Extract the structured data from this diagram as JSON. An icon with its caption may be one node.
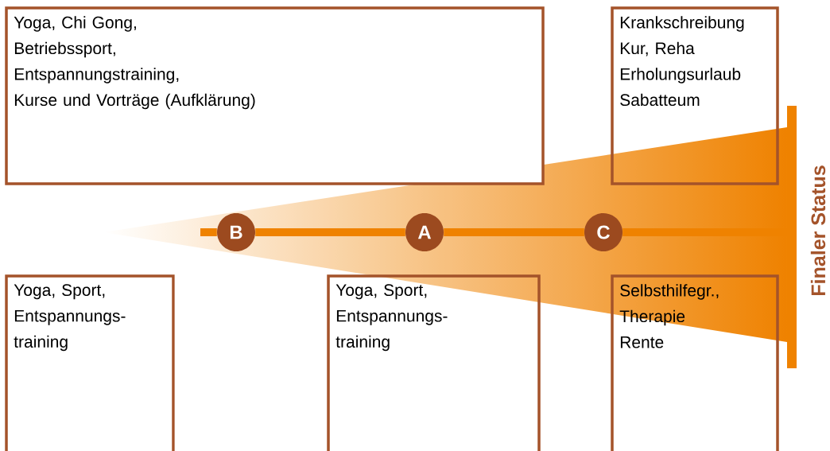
{
  "diagram": {
    "nodes": [
      {
        "text": [
          "Yoga, Chi Gong,",
          "Betriebssport,",
          "Entspannungstraining,",
          "Kurse und Vorträge (Aufklärung)"
        ]
      },
      {
        "text": [
          "Krankschreibung",
          "Kur, Reha",
          "Erholungsurlaub",
          "Sabatteum"
        ]
      },
      {
        "text": [
          "Yoga, Sport, Entspannungs-training"
        ]
      },
      {
        "text": [
          "Yoga, Sport, Entspannungs-training"
        ]
      },
      {
        "text": [
          "Selbsthilfegr., Therapie",
          "Rente"
        ]
      },
      {
        "text": [
          "B"
        ]
      },
      {
        "text": [
          "A"
        ]
      },
      {
        "text": [
          "C"
        ]
      }
    ],
    "edges": [
      {
        "from": null,
        "to": 5,
        "arrow": "none"
      },
      {
        "from": 5,
        "to": 6,
        "arrow": "none"
      },
      {
        "from": 6,
        "to": 7,
        "arrow": "none"
      },
      {
        "from": 7,
        "to": null,
        "arrow": "none"
      }
    ],
    "labels": [
      "Finaler Status"
    ]
  }
}
